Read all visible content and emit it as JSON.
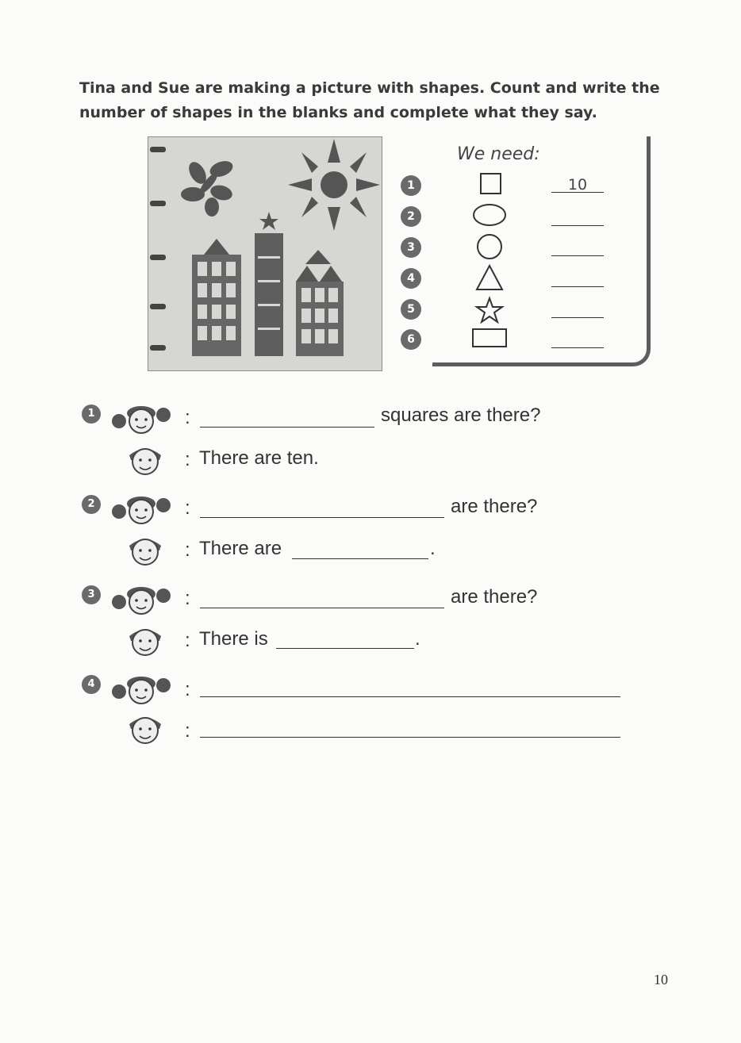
{
  "instructions": "Tina and Sue are making a picture with shapes. Count and write the number of shapes in the blanks and complete what they say.",
  "need_list": {
    "title": "We need:",
    "items": [
      {
        "num": "1",
        "shape": "square-icon",
        "answer": "10"
      },
      {
        "num": "2",
        "shape": "oval-icon",
        "answer": ""
      },
      {
        "num": "3",
        "shape": "circle-icon",
        "answer": ""
      },
      {
        "num": "4",
        "shape": "triangle-icon",
        "answer": ""
      },
      {
        "num": "5",
        "shape": "star-icon",
        "answer": ""
      },
      {
        "num": "6",
        "shape": "rectangle-icon",
        "answer": ""
      }
    ]
  },
  "dialogues": [
    {
      "num": "1",
      "q_suffix": "squares are there?",
      "a_prefix": "There are ten.",
      "a_suffix": ""
    },
    {
      "num": "2",
      "q_suffix": "are there?",
      "a_prefix": "There are",
      "a_suffix": "."
    },
    {
      "num": "3",
      "q_suffix": "are there?",
      "a_prefix": "There is",
      "a_suffix": "."
    },
    {
      "num": "4",
      "q_suffix": "",
      "a_prefix": "",
      "a_suffix": ""
    }
  ],
  "colon": ":",
  "page_number": "10"
}
